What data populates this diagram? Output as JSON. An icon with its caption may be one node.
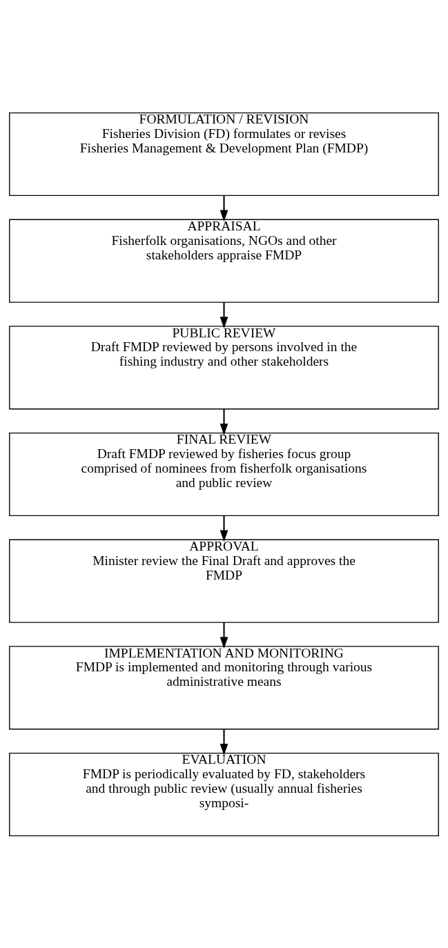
{
  "diagram": {
    "nodes": [
      {
        "text": [
          "FORMULATION / REVISION",
          "Fisheries Division (FD) formulates or revises Fisheries Management & Development Plan (FMDP)"
        ]
      },
      {
        "text": [
          "APPRAISAL",
          "Fisherfolk organisations, NGOs and other stakeholders appraise FMDP"
        ]
      },
      {
        "text": [
          "PUBLIC REVIEW",
          "Draft FMDP reviewed by persons involved in the fishing industry and other stakeholders"
        ]
      },
      {
        "text": [
          "FINAL REVIEW",
          "Draft FMDP reviewed by fisheries focus group comprised of nominees from fisherfolk organisations and public review"
        ]
      },
      {
        "text": [
          "APPROVAL",
          "Minister review the Final Draft and approves the FMDP"
        ]
      },
      {
        "text": [
          "IMPLEMENTATION AND MONITORING",
          "FMDP is implemented and monitoring through various administrative means"
        ]
      },
      {
        "text": [
          "EVALUATION",
          "FMDP is periodically evaluated by FD, stakeholders and through public review (usually annual fisheries symposi-"
        ]
      }
    ],
    "edges": [
      {
        "from": 0,
        "to": 1,
        "arrow": "to"
      },
      {
        "from": 1,
        "to": 2,
        "arrow": "to"
      },
      {
        "from": 2,
        "to": 3,
        "arrow": "to"
      },
      {
        "from": 3,
        "to": 4,
        "arrow": "to"
      },
      {
        "from": 4,
        "to": 5,
        "arrow": "to"
      },
      {
        "from": 5,
        "to": 6,
        "arrow": "to"
      }
    ]
  }
}
